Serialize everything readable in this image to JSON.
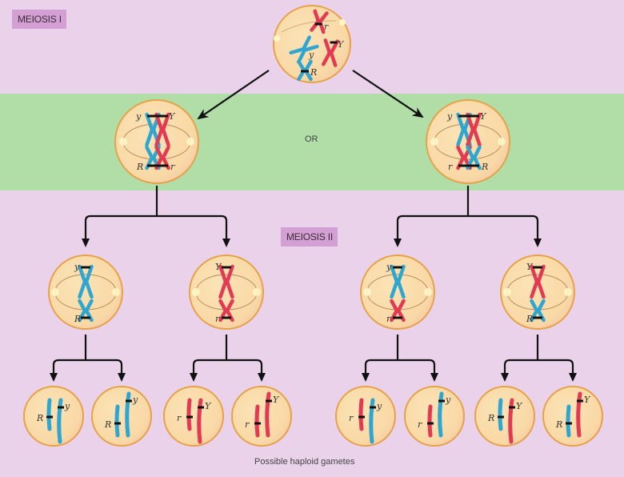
{
  "labels": {
    "meiosis1": "MEIOSIS I",
    "meiosis2": "MEIOSIS II",
    "or": "OR",
    "caption": "Possible haploid gametes"
  },
  "colors": {
    "background": "#ead3ea",
    "band": "#b1dea7",
    "label_box": "#d4a0d4",
    "cell_fill": "#f9dcaa",
    "cell_outline": "#e6a24a",
    "blue_chromosome": "#2fa6cf",
    "red_chromosome": "#e23a52",
    "arrow": "#111111"
  },
  "stages": {
    "parent_cell": {
      "alleles": [
        "r",
        "Y",
        "y",
        "R"
      ]
    },
    "metaphase_left": {
      "top": [
        "y",
        "Y"
      ],
      "bottom": [
        "R",
        "r"
      ]
    },
    "metaphase_right": {
      "top": [
        "y",
        "Y"
      ],
      "bottom": [
        "r",
        "R"
      ]
    },
    "meiosis2_cells": [
      {
        "top": "y",
        "bottom": "R",
        "top_color": "blue",
        "bottom_color": "blue"
      },
      {
        "top": "Y",
        "bottom": "r",
        "top_color": "red",
        "bottom_color": "red"
      },
      {
        "top": "y",
        "bottom": "r",
        "top_color": "blue",
        "bottom_color": "red"
      },
      {
        "top": "Y",
        "bottom": "R",
        "top_color": "red",
        "bottom_color": "blue"
      }
    ],
    "gametes": [
      {
        "short": "R",
        "long": "y",
        "short_color": "blue",
        "long_color": "blue"
      },
      {
        "short": "R",
        "long": "y",
        "short_color": "blue",
        "long_color": "blue"
      },
      {
        "short": "r",
        "long": "Y",
        "short_color": "red",
        "long_color": "red"
      },
      {
        "short": "r",
        "long": "Y",
        "short_color": "red",
        "long_color": "red"
      },
      {
        "short": "r",
        "long": "y",
        "short_color": "red",
        "long_color": "blue"
      },
      {
        "short": "r",
        "long": "y",
        "short_color": "red",
        "long_color": "blue"
      },
      {
        "short": "R",
        "long": "Y",
        "short_color": "blue",
        "long_color": "red"
      },
      {
        "short": "R",
        "long": "Y",
        "short_color": "blue",
        "long_color": "red"
      }
    ]
  }
}
